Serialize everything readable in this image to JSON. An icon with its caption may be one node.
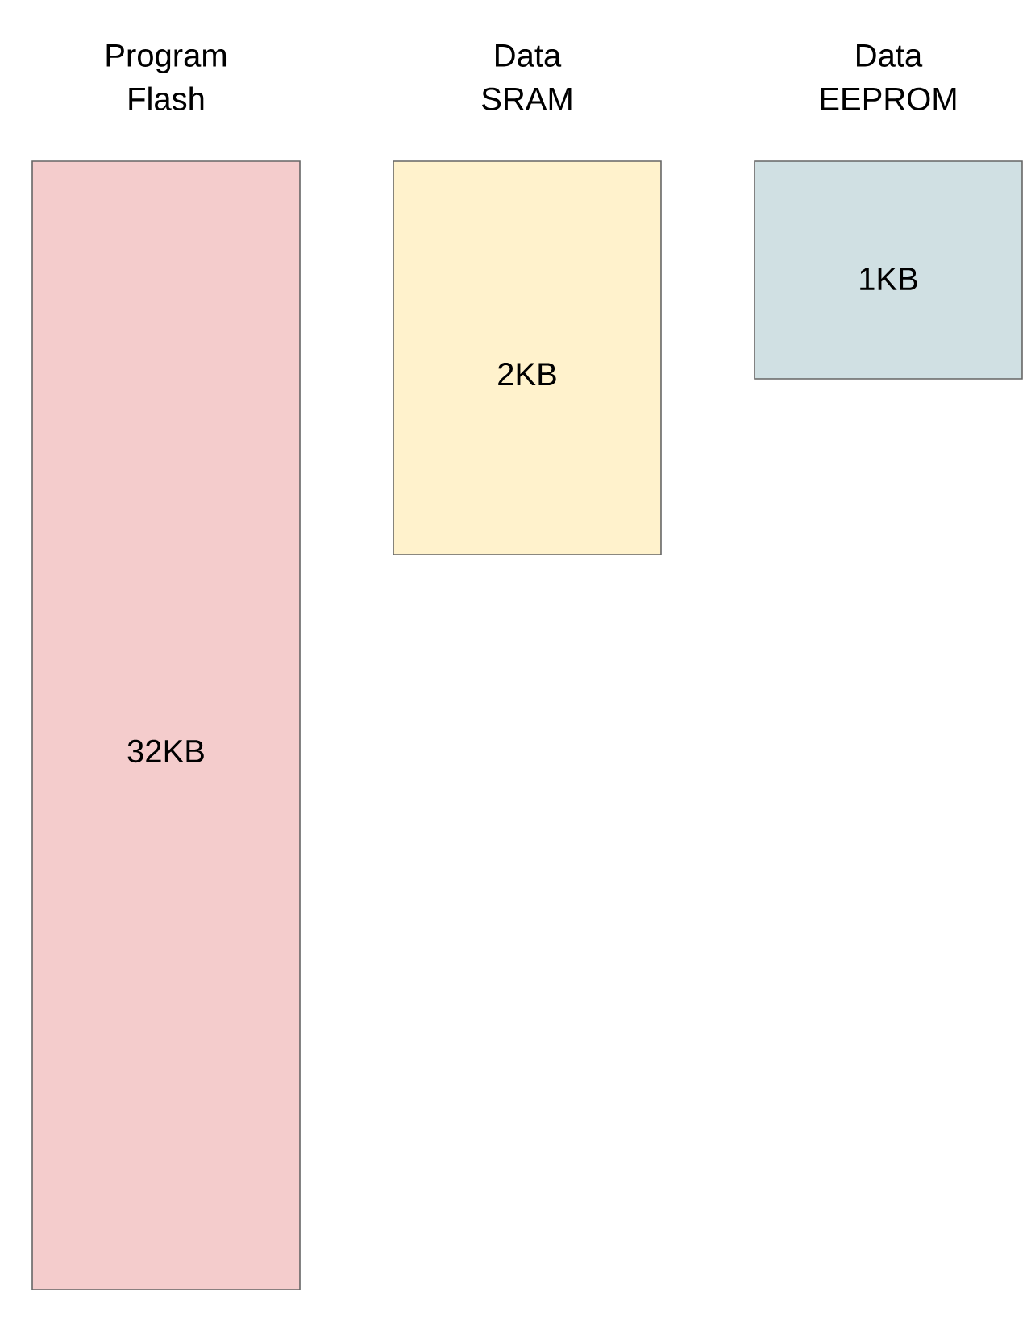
{
  "diagram": {
    "nodes": [
      {
        "text": [
          "Program Flash",
          "32KB"
        ]
      },
      {
        "text": [
          "Data SRAM",
          "2KB"
        ]
      },
      {
        "text": [
          "Data EEPROM",
          "1KB"
        ]
      }
    ]
  }
}
